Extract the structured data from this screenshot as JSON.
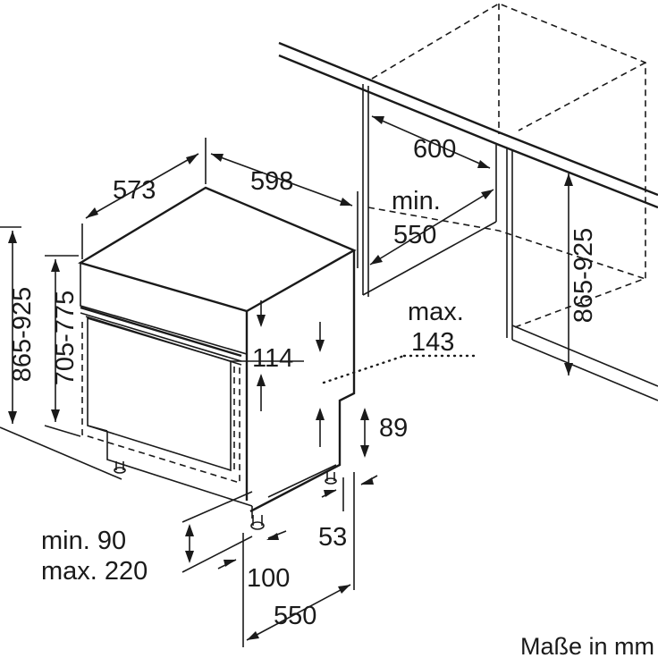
{
  "dimensions": {
    "width_573": "573",
    "width_598": "598",
    "niche_width": "600",
    "niche_depth_min": "min.",
    "niche_depth_val": "550",
    "total_height": "865-925",
    "niche_height": "865-925",
    "appliance_height": "705-775",
    "panel_height": "114",
    "panel_offset_max": "max.",
    "panel_offset_val": "143",
    "plinth_height": "89",
    "plinth_depth_min": "min. 90",
    "plinth_depth_max": "max. 220",
    "foot_setback": "100",
    "plinth_recess": "53",
    "depth_550": "550"
  },
  "unit_label": "Maße in mm"
}
